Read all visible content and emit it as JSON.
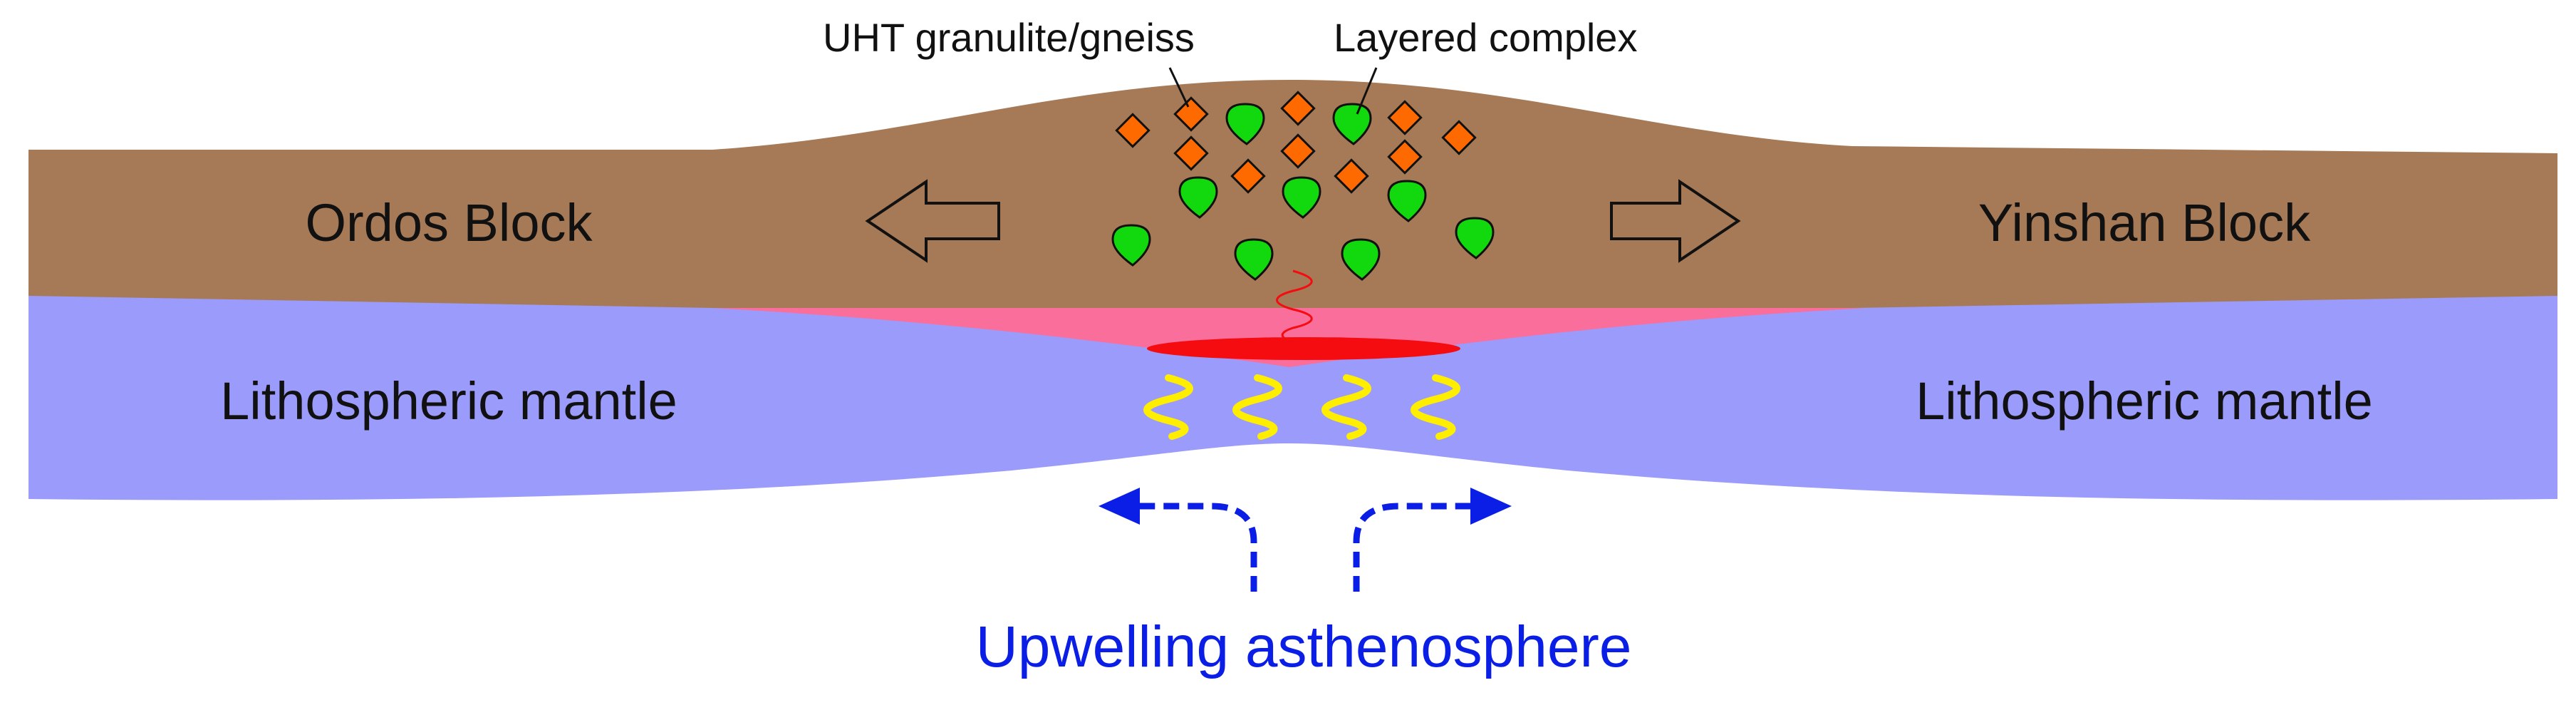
{
  "diagram": {
    "labels": {
      "uht": "UHT  granulite/gneiss",
      "layered": "Layered complex",
      "ordos": "Ordos Block",
      "yinshan": "Yinshan Block",
      "mantle_left": "Lithospheric mantle",
      "mantle_right": "Lithospheric mantle",
      "asthenosphere": "Upwelling asthenosphere"
    },
    "colors": {
      "crust": "#a67a57",
      "mantle": "#9b9bfb",
      "lower_crust_melt": "#fa6e9b",
      "magma_chamber": "#f40c10",
      "granulite": "#ff6a00",
      "layered_complex": "#12d80e",
      "heat": "#ffee00",
      "upwelling": "#0a1ee6"
    },
    "icons": [
      "granulite-diamond-icon",
      "layered-complex-drop-icon",
      "heat-wave-icon",
      "extension-arrow-icon",
      "upwelling-arrow-icon"
    ]
  }
}
